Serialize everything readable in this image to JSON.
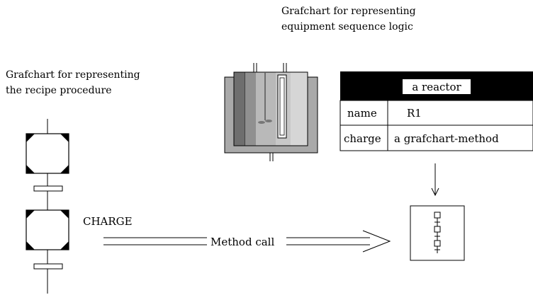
{
  "labels": {
    "equipment_caption_line1": "Grafchart for representing",
    "equipment_caption_line2": "equipment sequence logic",
    "recipe_caption_line1": "Grafchart for representing",
    "recipe_caption_line2": "the recipe procedure",
    "charge_step_label": "CHARGE",
    "method_call_label": "Method call"
  },
  "reactor_table": {
    "title": "a reactor",
    "rows": [
      {
        "attribute": "name",
        "value": "R1"
      },
      {
        "attribute": "charge",
        "value": "a grafchart-method"
      }
    ]
  }
}
